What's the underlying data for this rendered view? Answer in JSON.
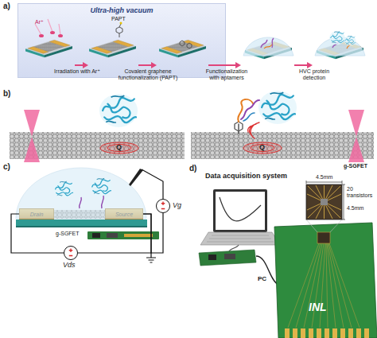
{
  "diagram": {
    "nodes": [
      {
        "text": [
          "Ultra-high vacuum"
        ]
      },
      {
        "text": [
          "Drain"
        ]
      },
      {
        "text": [
          "Source"
        ]
      },
      {
        "text": [
          "Vds"
        ]
      },
      {
        "text": [
          "Vg"
        ]
      }
    ],
    "edges": [
      {
        "from": 1,
        "to": 3,
        "arrow": "none"
      },
      {
        "from": 3,
        "to": 2,
        "arrow": "none"
      },
      {
        "from": 4,
        "to": 2,
        "arrow": "none"
      }
    ],
    "labels": [
      "a)",
      "Ar⁺",
      "PAPT",
      "Irradiation with Ar⁺",
      "Covalent graphene functionalization (PAPT)",
      "Functionalization with aptamers",
      "HVC protein detection",
      "b)",
      "Q",
      "Q",
      "c)",
      "g-SGFET",
      "d)",
      "Data acquisition system",
      "PC",
      "4.5mm",
      "4.5mm",
      "g-SGFET",
      "20 transistors",
      "INL"
    ]
  }
}
